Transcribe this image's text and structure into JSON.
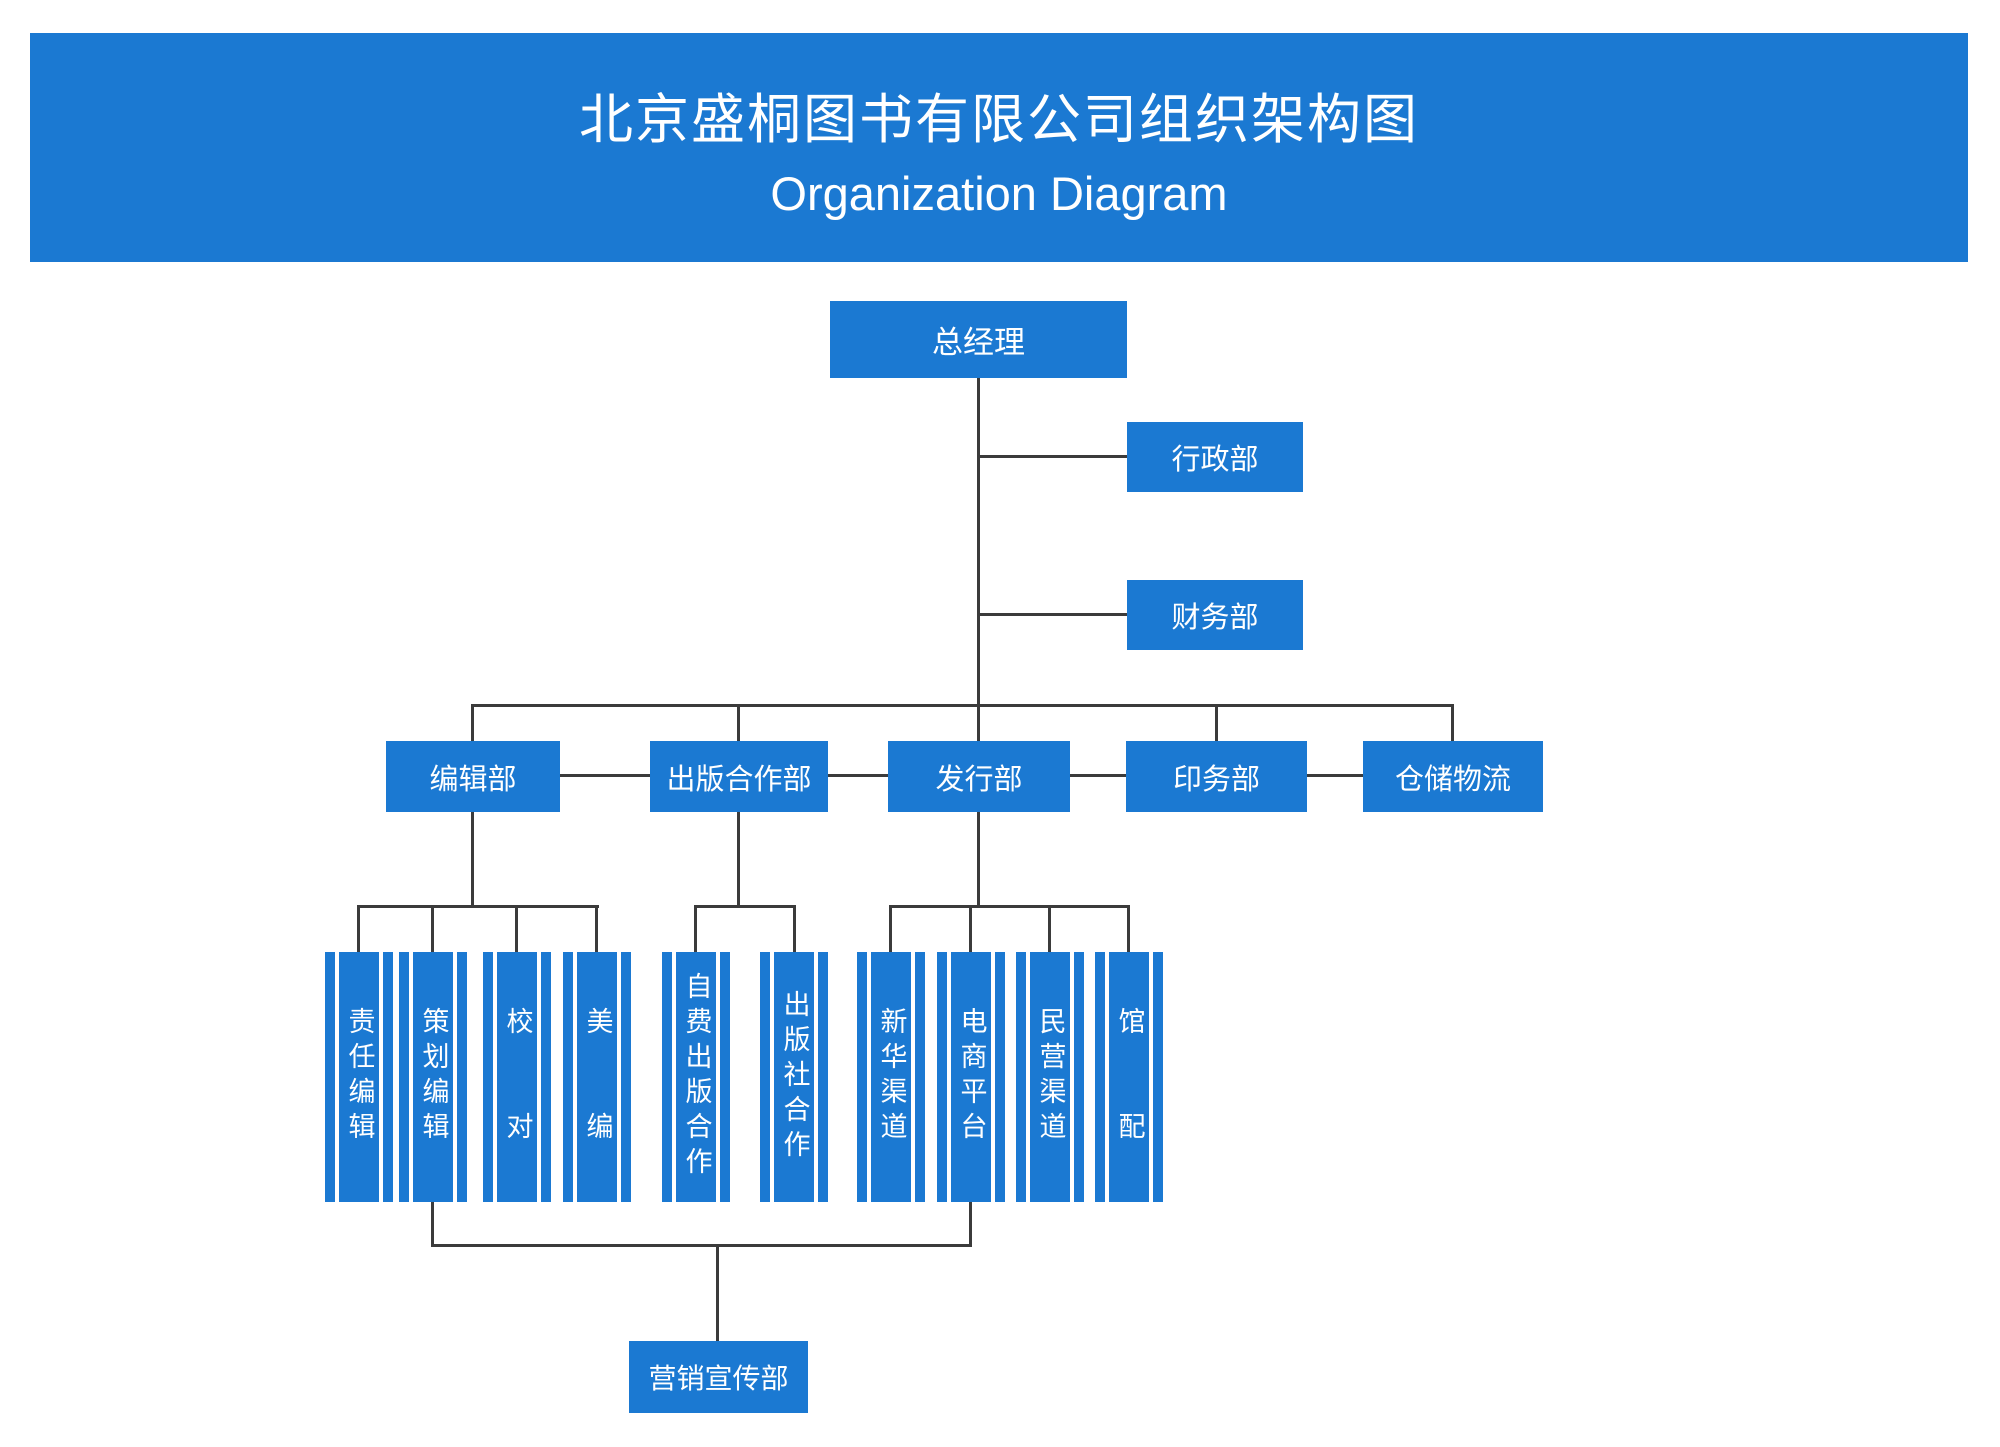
{
  "title": {
    "line1": "北京盛桐图书有限公司组织架构图",
    "line2": "Organization Diagram"
  },
  "colors": {
    "primary_blue": "#1B79D2",
    "connector": "#3B3B3B",
    "text": "#FFFFFF",
    "background": "#FFFFFF"
  },
  "org": {
    "root": {
      "label": "总经理"
    },
    "staff_units": [
      {
        "label": "行政部"
      },
      {
        "label": "财务部"
      }
    ],
    "departments": [
      {
        "label": "编辑部"
      },
      {
        "label": "出版合作部"
      },
      {
        "label": "发行部"
      },
      {
        "label": "印务部"
      },
      {
        "label": "仓储物流"
      }
    ],
    "sub_units": {
      "editorial": [
        {
          "label": "责任编辑",
          "display": "责任编辑"
        },
        {
          "label": "策划编辑",
          "display": "策划编辑"
        },
        {
          "label": "校对",
          "display": "校　　对"
        },
        {
          "label": "美编",
          "display": "美　　编"
        }
      ],
      "publishing": [
        {
          "label": "自费出版合作",
          "display": "自费出版合作"
        },
        {
          "label": "出版社合作",
          "display": "出版社合作"
        }
      ],
      "distribution": [
        {
          "label": "新华渠道",
          "display": "新华渠道"
        },
        {
          "label": "电商平台",
          "display": "电商平台"
        },
        {
          "label": "民营渠道",
          "display": "民营渠道"
        },
        {
          "label": "馆配",
          "display": "馆　　配"
        }
      ]
    },
    "bottom": {
      "label": "营销宣传部"
    }
  }
}
